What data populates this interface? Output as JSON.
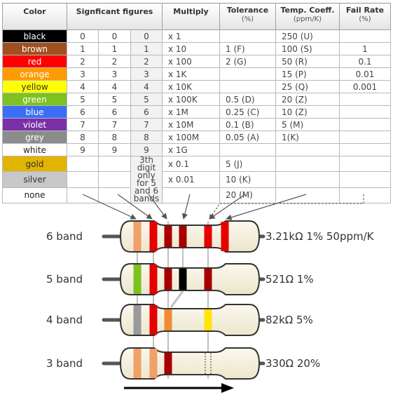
{
  "table": {
    "headers": {
      "color": "Color",
      "figures": "Signficant figures",
      "multiply": "Multiply",
      "tolerance": "Tolerance",
      "tolerance_unit": "(%)",
      "temp": "Temp. Coeff.",
      "temp_unit": "(ppm/K)",
      "fail": "Fail Rate",
      "fail_unit": "(%)"
    },
    "digit3_note": "3th digit only for 5 and 6 bands",
    "rows": [
      {
        "color": "black",
        "bg": "#000000",
        "fg": "#ffffff",
        "d1": "0",
        "d2": "0",
        "d3": "0",
        "mult": "x 1",
        "tol": "",
        "temp": "250 (U)",
        "fail": ""
      },
      {
        "color": "brown",
        "bg": "#a0501e",
        "fg": "#ffffff",
        "d1": "1",
        "d2": "1",
        "d3": "1",
        "mult": "x 10",
        "tol": "1 (F)",
        "temp": "100 (S)",
        "fail": "1"
      },
      {
        "color": "red",
        "bg": "#ff0000",
        "fg": "#ffffff",
        "d1": "2",
        "d2": "2",
        "d3": "2",
        "mult": "x 100",
        "tol": "2 (G)",
        "temp": "50 (R)",
        "fail": "0.1"
      },
      {
        "color": "orange",
        "bg": "#ff9a00",
        "fg": "#ffffff",
        "d1": "3",
        "d2": "3",
        "d3": "3",
        "mult": "x 1K",
        "tol": "",
        "temp": "15 (P)",
        "fail": "0.01"
      },
      {
        "color": "yellow",
        "bg": "#ffff00",
        "fg": "#333333",
        "d1": "4",
        "d2": "4",
        "d3": "4",
        "mult": "x 10K",
        "tol": "",
        "temp": "25 (Q)",
        "fail": "0.001"
      },
      {
        "color": "green",
        "bg": "#7dc21e",
        "fg": "#ffffff",
        "d1": "5",
        "d2": "5",
        "d3": "5",
        "mult": "x 100K",
        "tol": "0.5 (D)",
        "temp": "20 (Z)",
        "fail": ""
      },
      {
        "color": "blue",
        "bg": "#3b6ef5",
        "fg": "#ffffff",
        "d1": "6",
        "d2": "6",
        "d3": "6",
        "mult": "x 1M",
        "tol": "0.25 (C)",
        "temp": "10 (Z)",
        "fail": ""
      },
      {
        "color": "violet",
        "bg": "#7b2fa8",
        "fg": "#ffffff",
        "d1": "7",
        "d2": "7",
        "d3": "7",
        "mult": "x 10M",
        "tol": "0.1 (B)",
        "temp": "5 (M)",
        "fail": ""
      },
      {
        "color": "grey",
        "bg": "#8c8c8c",
        "fg": "#ffffff",
        "d1": "8",
        "d2": "8",
        "d3": "8",
        "mult": "x 100M",
        "tol": "0.05 (A)",
        "temp": "1(K)",
        "fail": ""
      },
      {
        "color": "white",
        "bg": "#ffffff",
        "fg": "#222222",
        "d1": "9",
        "d2": "9",
        "d3": "9",
        "mult": "x 1G",
        "tol": "",
        "temp": "",
        "fail": ""
      },
      {
        "color": "gold",
        "bg": "#e0b400",
        "fg": "#333333",
        "d1": "",
        "d2": "",
        "d3": "",
        "mult": "x 0.1",
        "tol": "5 (J)",
        "temp": "",
        "fail": ""
      },
      {
        "color": "silver",
        "bg": "#c8c8c8",
        "fg": "#333333",
        "d1": "",
        "d2": "",
        "d3": "",
        "mult": "x 0.01",
        "tol": "10 (K)",
        "temp": "",
        "fail": ""
      },
      {
        "color": "none",
        "bg": "#ffffff",
        "fg": "#222222",
        "d1": "",
        "d2": "",
        "d3": "",
        "mult": "",
        "tol": "20 (M)",
        "temp": "",
        "fail": ""
      }
    ]
  },
  "colors": {
    "red": "#e60000",
    "darkred": "#a80000",
    "orange": "#f28a33",
    "peach": "#f0a068",
    "green": "#7dc21e",
    "black": "#000000",
    "grey": "#9a9a9a",
    "yellow": "#ffe600",
    "body": "#f7f3e3",
    "outline": "#333333",
    "arrow": "#000000",
    "connector": "#555555",
    "guide": "#bfbfbf"
  },
  "resistors": [
    {
      "label": "6 band",
      "value": "3.21kΩ 1% 50ppm/K",
      "bands": [
        "peach",
        "red",
        "darkred",
        "darkred",
        "red",
        "red"
      ]
    },
    {
      "label": "5 band",
      "value": "521Ω 1%",
      "bands": [
        "green",
        "red",
        "darkred",
        "black",
        "darkred"
      ]
    },
    {
      "label": "4 band",
      "value": "82kΩ 5%",
      "bands": [
        "grey",
        "red",
        "orange",
        "yellow"
      ]
    },
    {
      "label": "3 band",
      "value": "330Ω 20%",
      "bands": [
        "peach",
        "peach",
        "darkred",
        "none"
      ]
    }
  ]
}
